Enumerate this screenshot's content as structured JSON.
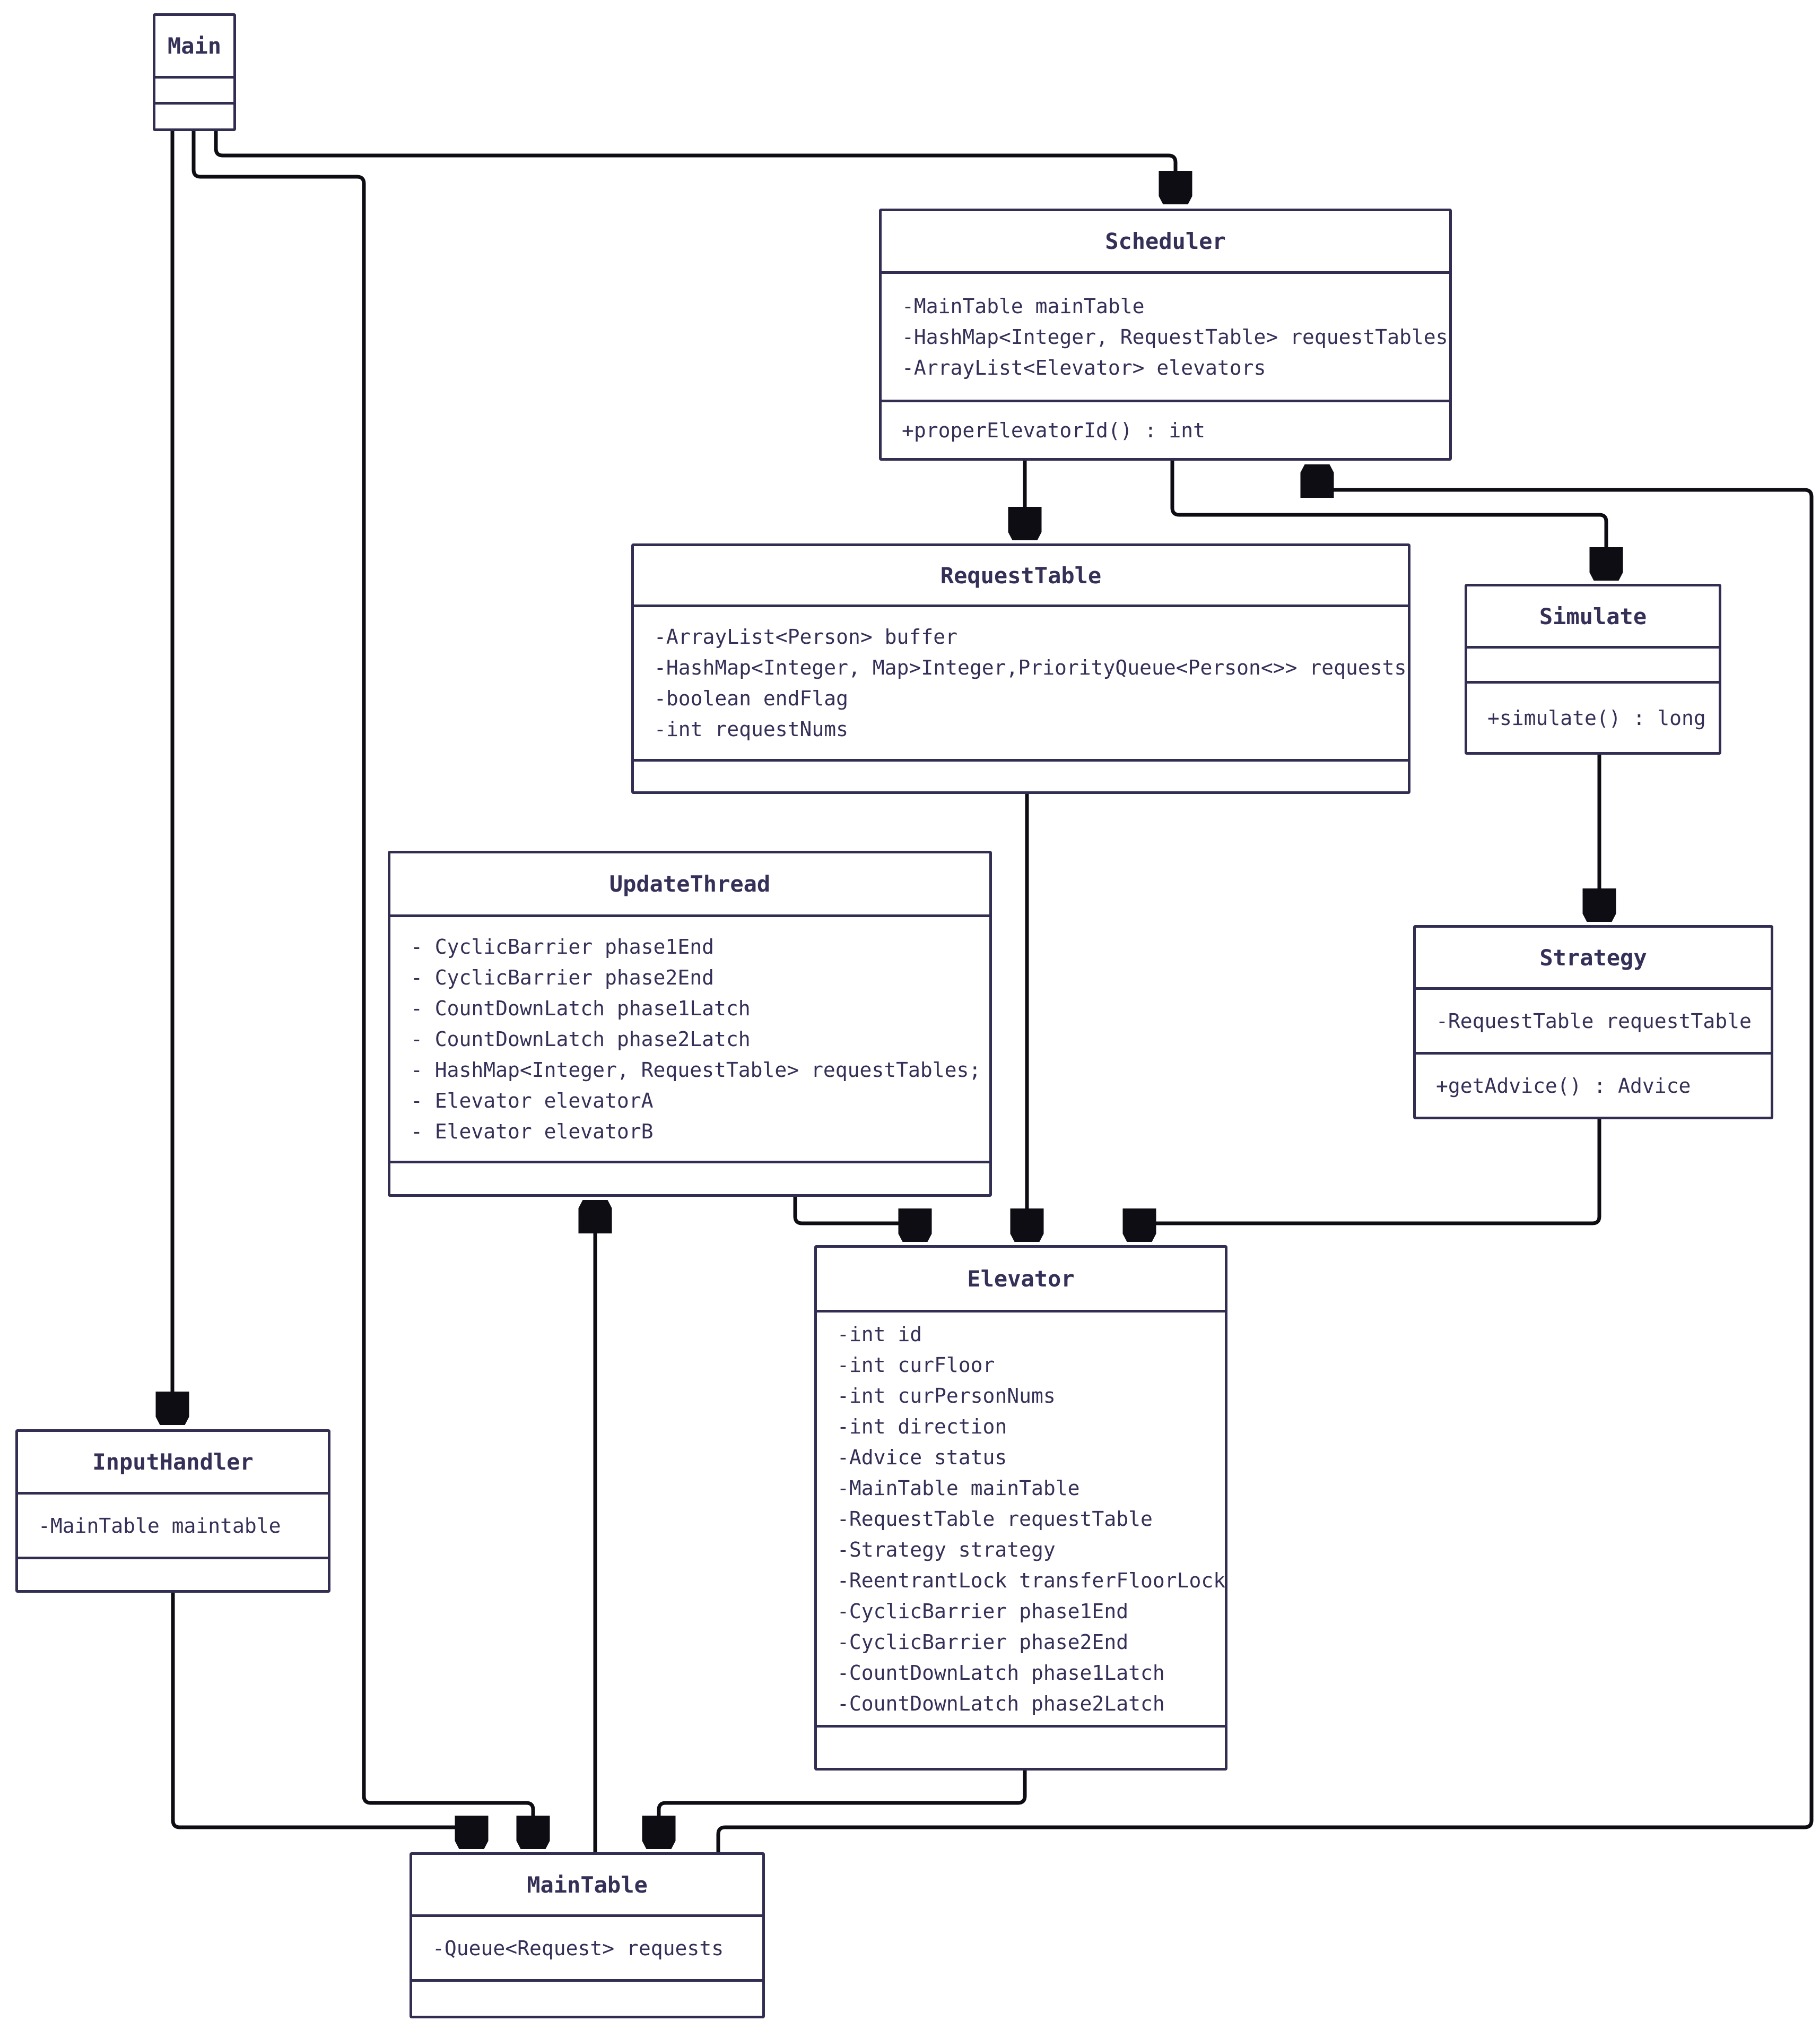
{
  "diagram": {
    "title": "Elevator system UML class diagram",
    "colors": {
      "ink": "#312e52",
      "text": "#343057",
      "connector": "#0e0d14",
      "background": "#ffffff"
    },
    "classes": [
      {
        "id": "main",
        "name": "Main",
        "attributes": [],
        "methods": []
      },
      {
        "id": "scheduler",
        "name": "Scheduler",
        "attributes": [
          "-MainTable mainTable",
          "-HashMap<Integer, RequestTable> requestTables",
          "-ArrayList<Elevator> elevators"
        ],
        "methods": [
          "+properElevatorId() : int"
        ]
      },
      {
        "id": "requesttable",
        "name": "RequestTable",
        "attributes": [
          "-ArrayList<Person> buffer",
          "-HashMap<Integer, Map>Integer,PriorityQueue<Person<>> requests",
          "-boolean endFlag",
          "-int requestNums"
        ],
        "methods": []
      },
      {
        "id": "simulate",
        "name": "Simulate",
        "attributes": [],
        "methods": [
          "+simulate() : long"
        ]
      },
      {
        "id": "updatethread",
        "name": "UpdateThread",
        "attributes": [
          "- CyclicBarrier phase1End",
          "- CyclicBarrier phase2End",
          "- CountDownLatch phase1Latch",
          "- CountDownLatch phase2Latch",
          "- HashMap<Integer, RequestTable> requestTables;",
          "- Elevator elevatorA",
          "- Elevator elevatorB"
        ],
        "methods": []
      },
      {
        "id": "strategy",
        "name": "Strategy",
        "attributes": [
          "-RequestTable requestTable"
        ],
        "methods": [
          "+getAdvice() : Advice"
        ]
      },
      {
        "id": "elevator",
        "name": "Elevator",
        "attributes": [
          "-int id",
          "-int curFloor",
          "-int curPersonNums",
          "-int direction",
          "-Advice status",
          "-MainTable mainTable",
          "-RequestTable requestTable",
          "-Strategy strategy",
          "-ReentrantLock transferFloorLock",
          "-CyclicBarrier phase1End",
          "-CyclicBarrier phase2End",
          "-CountDownLatch phase1Latch",
          "-CountDownLatch phase2Latch"
        ],
        "methods": []
      },
      {
        "id": "inputhandler",
        "name": "InputHandler",
        "attributes": [
          "-MainTable maintable"
        ],
        "methods": []
      },
      {
        "id": "maintable",
        "name": "MainTable",
        "attributes": [
          "-Queue<Request> requests"
        ],
        "methods": []
      }
    ],
    "edges": [
      {
        "from": "main",
        "to": "scheduler"
      },
      {
        "from": "main",
        "to": "inputhandler"
      },
      {
        "from": "main",
        "to": "maintable"
      },
      {
        "from": "scheduler",
        "to": "requesttable"
      },
      {
        "from": "scheduler",
        "to": "simulate"
      },
      {
        "from": "maintable",
        "to": "scheduler"
      },
      {
        "from": "requesttable",
        "to": "elevator"
      },
      {
        "from": "simulate",
        "to": "strategy"
      },
      {
        "from": "strategy",
        "to": "elevator"
      },
      {
        "from": "updatethread",
        "to": "elevator"
      },
      {
        "from": "elevator",
        "to": "maintable"
      },
      {
        "from": "maintable",
        "to": "updatethread"
      },
      {
        "from": "inputhandler",
        "to": "maintable"
      }
    ]
  }
}
